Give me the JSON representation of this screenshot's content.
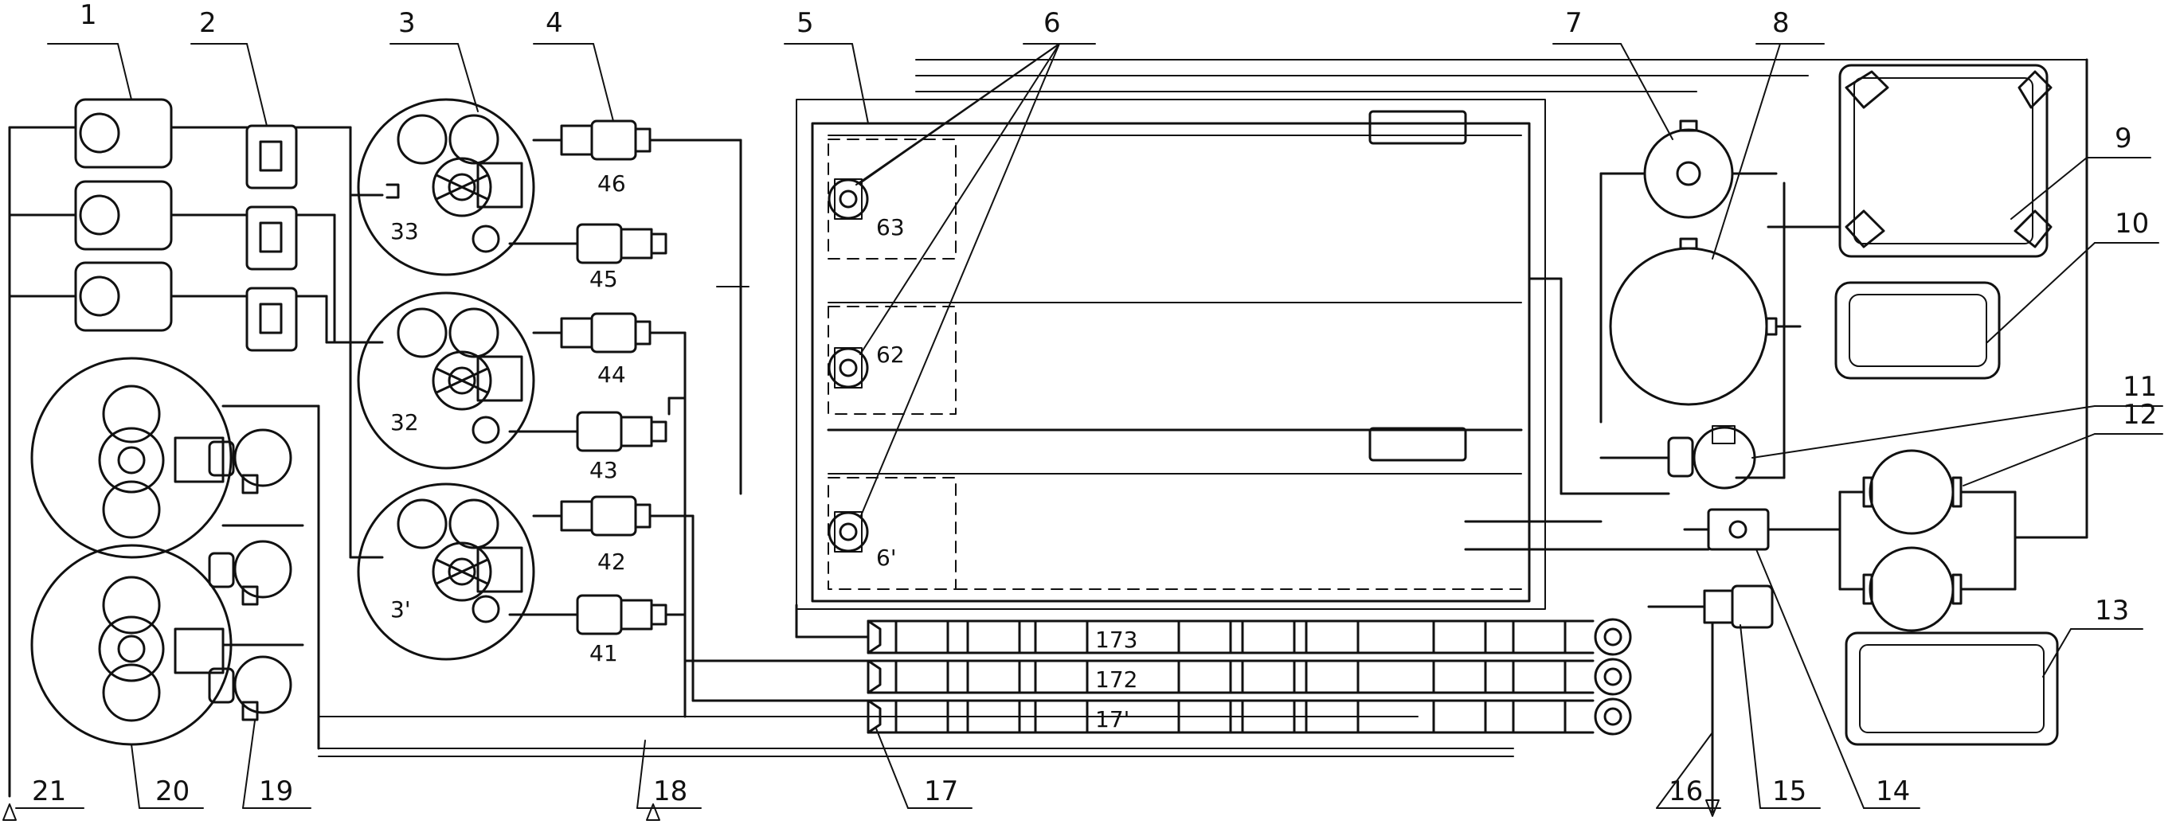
{
  "callouts": [
    "1",
    "2",
    "3",
    "4",
    "5",
    "6",
    "7",
    "8",
    "9",
    "10",
    "11",
    "12",
    "13",
    "14",
    "15",
    "16",
    "17",
    "18",
    "19",
    "20",
    "21"
  ],
  "sub_labels": {
    "tank_33": "33",
    "tank_32": "32",
    "tank_31": "3'",
    "pump_46": "46",
    "pump_45": "45",
    "pump_44": "44",
    "pump_43": "43",
    "pump_42": "42",
    "pump_41": "41",
    "unit_63": "63",
    "unit_62": "62",
    "unit_61": "6'",
    "tube_173": "173",
    "tube_172": "172",
    "tube_171": "17'"
  }
}
